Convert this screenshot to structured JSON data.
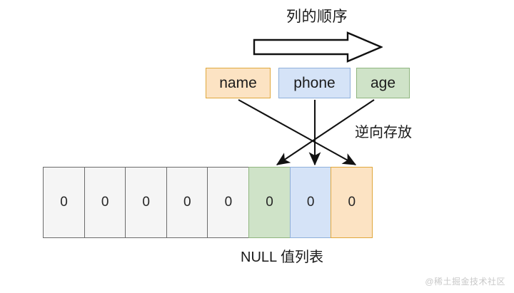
{
  "diagram": {
    "title": "列的顺序",
    "side_label": "逆向存放",
    "caption": "NULL 值列表",
    "watermark": "@稀土掘金技术社区",
    "order_arrow_icon": "block-right-arrow-icon"
  },
  "columns": [
    {
      "label": "name",
      "fill": "#fce3c3",
      "border": "#e0a83c",
      "maps_to_cell": 7
    },
    {
      "label": "phone",
      "fill": "#d5e3f7",
      "border": "#8fb0da",
      "maps_to_cell": 6
    },
    {
      "label": "age",
      "fill": "#cfe3c8",
      "border": "#8fb57f",
      "maps_to_cell": 5
    }
  ],
  "null_bitmap": {
    "cells": [
      {
        "value": "0",
        "tone": "gray"
      },
      {
        "value": "0",
        "tone": "gray"
      },
      {
        "value": "0",
        "tone": "gray"
      },
      {
        "value": "0",
        "tone": "gray"
      },
      {
        "value": "0",
        "tone": "gray"
      },
      {
        "value": "0",
        "tone": "green"
      },
      {
        "value": "0",
        "tone": "blue"
      },
      {
        "value": "0",
        "tone": "orange"
      }
    ]
  },
  "colors": {
    "orange_fill": "#fce3c3",
    "orange_border": "#e0a83c",
    "blue_fill": "#d5e3f7",
    "blue_border": "#8fb0da",
    "green_fill": "#cfe3c8",
    "green_border": "#8fb57f",
    "gray_fill": "#f5f5f5",
    "gray_border": "#6b6b6b",
    "stroke": "#111111",
    "text": "#1a1a1a",
    "watermark": "#c9c9c9"
  }
}
